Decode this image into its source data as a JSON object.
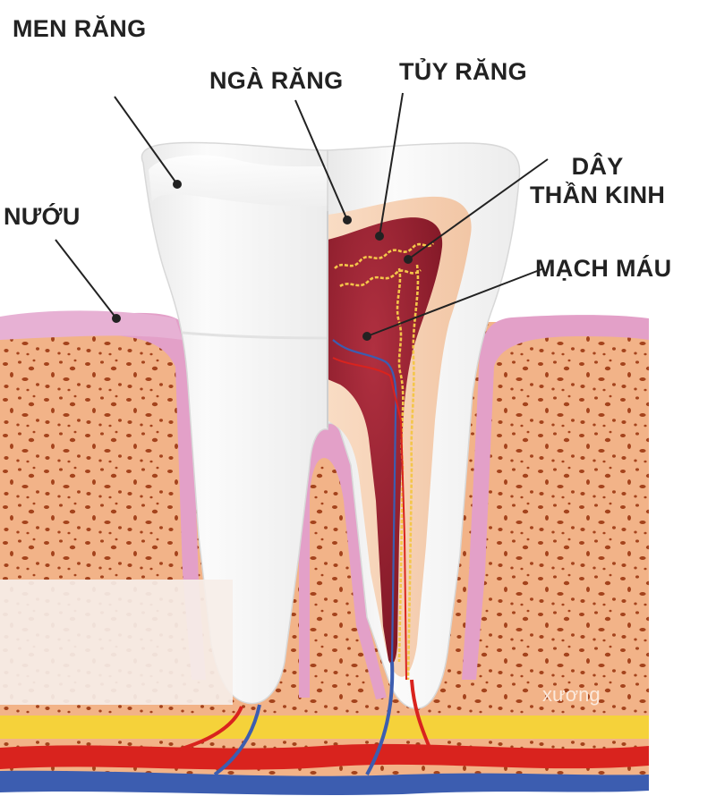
{
  "labels": {
    "enamel": "MEN RĂNG",
    "dentin": "NGÀ RĂNG",
    "pulp": "TỦY RĂNG",
    "nerve_line1": "DÂY",
    "nerve_line2": "THẦN KINH",
    "gum": "NƯỚU",
    "blood_vessel": "MẠCH MÁU",
    "bone": "xương"
  },
  "colors": {
    "enamel": "#f4f4f4",
    "bone": "#f2b388",
    "bone_spots": "#a4431c",
    "gum": "#e3a0c8",
    "dentin": "#f6d2b6",
    "pulp": "#8e1d2a",
    "nerve": "#f4c64a",
    "artery": "#d9231e",
    "vein": "#3c5db0",
    "fat_layer": "#f5d23a"
  }
}
